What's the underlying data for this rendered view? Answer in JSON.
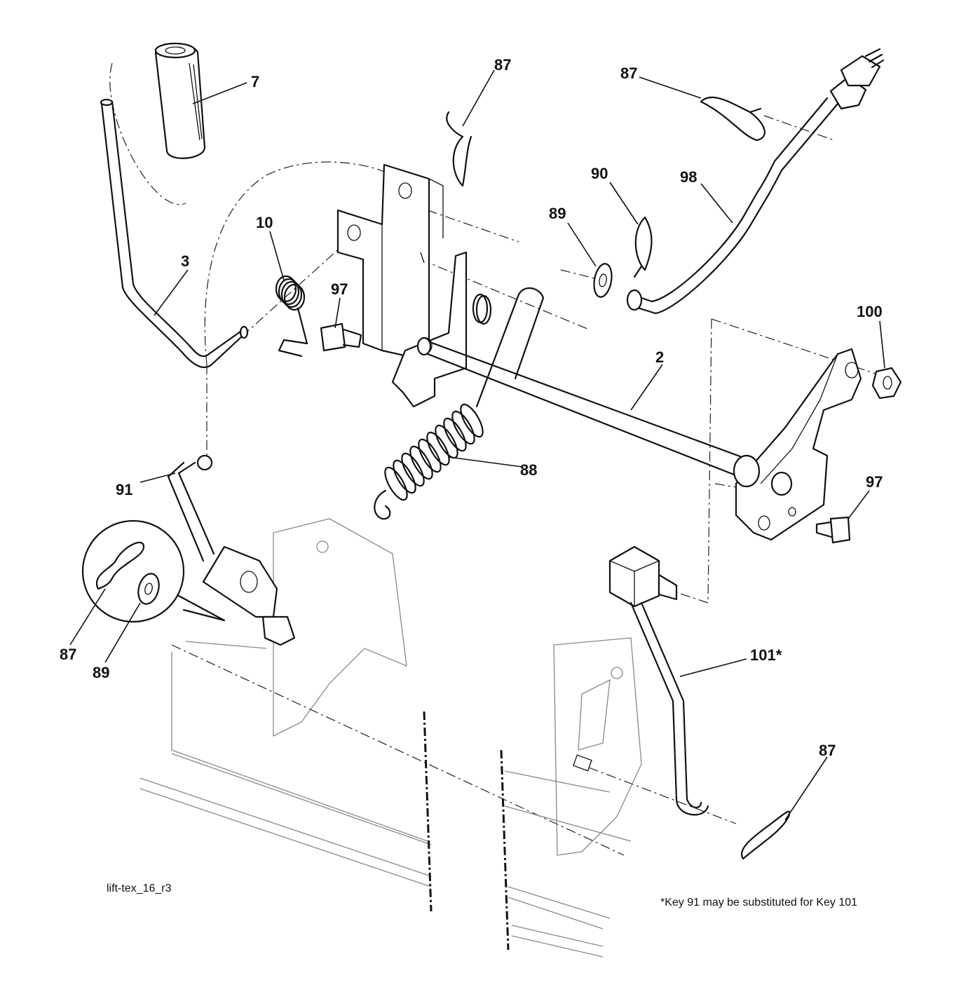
{
  "diagram": {
    "drawing_id": "lift-tex_16_r3",
    "footnote": "*Key 91 may be substituted for Key 101",
    "callouts": [
      {
        "key": "7"
      },
      {
        "key": "87"
      },
      {
        "key": "87"
      },
      {
        "key": "3"
      },
      {
        "key": "10"
      },
      {
        "key": "97"
      },
      {
        "key": "90"
      },
      {
        "key": "89"
      },
      {
        "key": "98"
      },
      {
        "key": "100"
      },
      {
        "key": "2"
      },
      {
        "key": "88"
      },
      {
        "key": "91"
      },
      {
        "key": "97"
      },
      {
        "key": "87"
      },
      {
        "key": "89"
      },
      {
        "key": "101*"
      },
      {
        "key": "87"
      }
    ]
  }
}
